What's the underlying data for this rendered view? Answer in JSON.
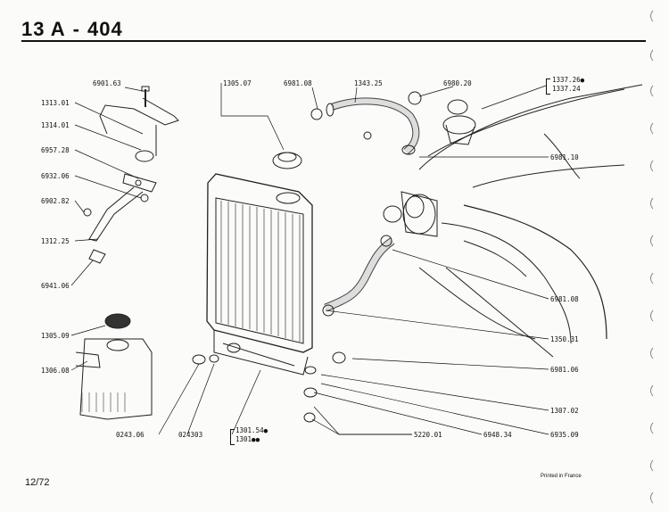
{
  "header": {
    "section": "13 A",
    "separator": "-",
    "model": "404"
  },
  "footer": {
    "page": "12/72",
    "printed": "Printed in France"
  },
  "parts": {
    "p690163": "6901.63",
    "p131301": "1313.01",
    "p131401": "1314.01",
    "p695728": "6957.28",
    "p693206": "6932.06",
    "p690282": "6902.82",
    "p131225": "1312.25",
    "p694106": "6941.06",
    "p130509": "1305.09",
    "p130608": "1306.08",
    "p130507": "1305.07",
    "p698108a": "6981.08",
    "p134325": "1343.25",
    "p698020": "6980.20",
    "p133726": "1337.26●",
    "p133724": "1337.24",
    "p698110": "6981.10",
    "p698108b": "6981.08",
    "p135031": "1350.31",
    "p698106": "6981.06",
    "p130702": "1307.02",
    "p024306": "0243.06",
    "p024303": "024303",
    "p130154": "1301.54●",
    "p1301": "1301●●",
    "p522001": "5220.01",
    "p694834": "6948.34",
    "p693509": "6935.09"
  }
}
